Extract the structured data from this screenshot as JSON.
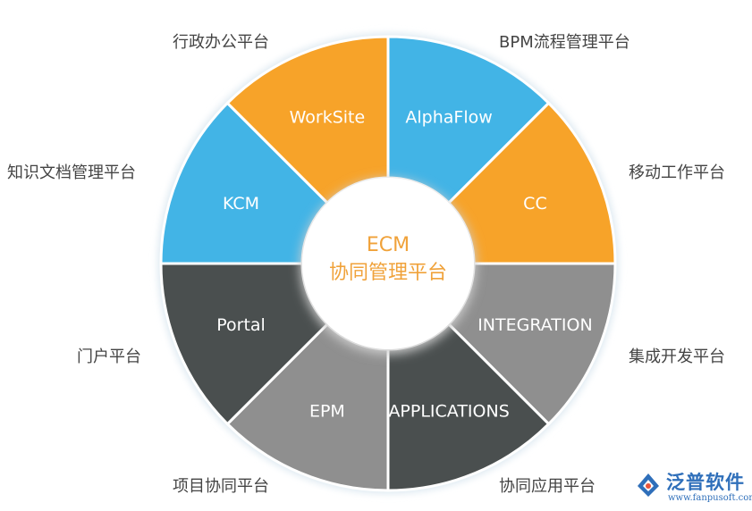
{
  "center": {
    "line1": "ECM",
    "line2": "协同管理平台"
  },
  "segments": [
    {
      "label": "AlphaFlow",
      "outer": "BPM流程管理平台",
      "color": "#42b4e6"
    },
    {
      "label": "CC",
      "outer": "移动工作平台",
      "color": "#f7a329"
    },
    {
      "label": "INTEGRATION",
      "outer": "集成开发平台",
      "color": "#8f8f8f"
    },
    {
      "label": "APPLICATIONS",
      "outer": "协同应用平台",
      "color": "#4a4f4f"
    },
    {
      "label": "EPM",
      "outer": "项目协同平台",
      "color": "#8f8f8f"
    },
    {
      "label": "Portal",
      "outer": "门户平台",
      "color": "#4a4f4f"
    },
    {
      "label": "KCM",
      "outer": "知识文档管理平台",
      "color": "#42b4e6"
    },
    {
      "label": "WorkSite",
      "outer": "行政办公平台",
      "color": "#f7a329"
    }
  ],
  "logo": {
    "brand": "泛普软件",
    "url": "www.fanpusoft.com"
  }
}
